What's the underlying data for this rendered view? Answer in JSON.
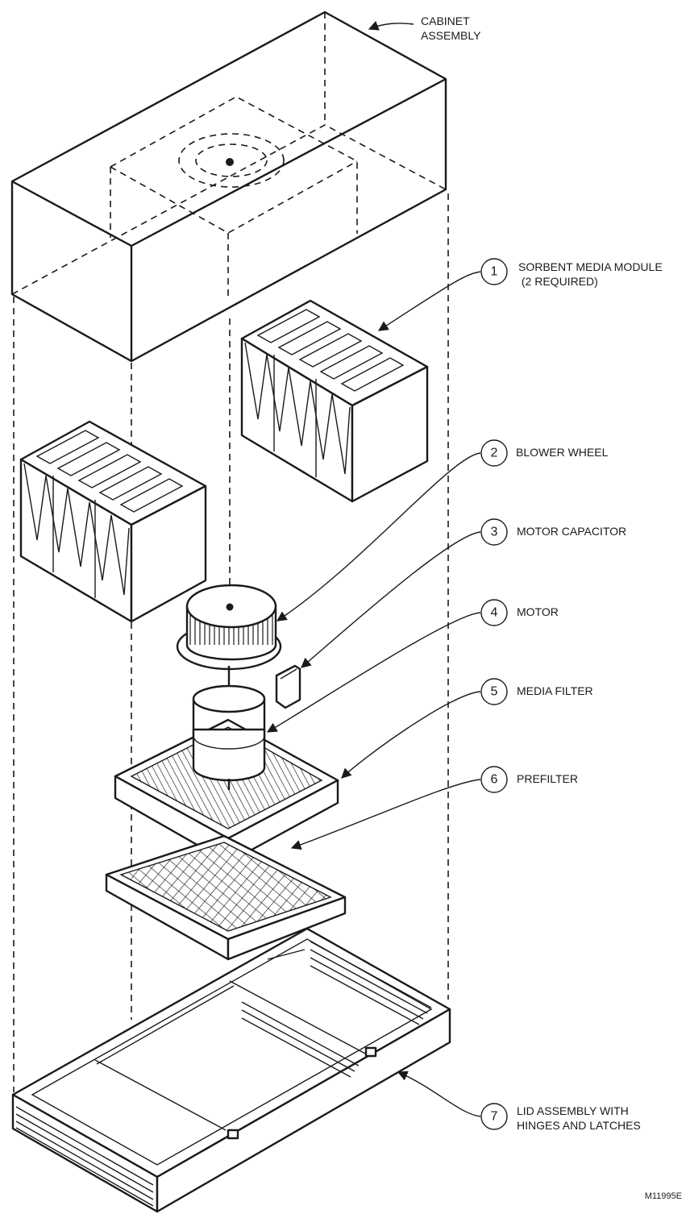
{
  "labels": {
    "cabinet_line1": "CABINET",
    "cabinet_line2": "ASSEMBLY",
    "drawing_code": "M11995E"
  },
  "callouts": [
    {
      "number": "1",
      "line1": "SORBENT MEDIA MODULE",
      "line2": " (2 REQUIRED)"
    },
    {
      "number": "2",
      "line1": "BLOWER WHEEL",
      "line2": ""
    },
    {
      "number": "3",
      "line1": "MOTOR CAPACITOR",
      "line2": ""
    },
    {
      "number": "4",
      "line1": "MOTOR",
      "line2": ""
    },
    {
      "number": "5",
      "line1": "MEDIA FILTER",
      "line2": ""
    },
    {
      "number": "6",
      "line1": "PREFILTER",
      "line2": ""
    },
    {
      "number": "7",
      "line1": "LID ASSEMBLY WITH",
      "line2": "HINGES AND LATCHES"
    }
  ]
}
